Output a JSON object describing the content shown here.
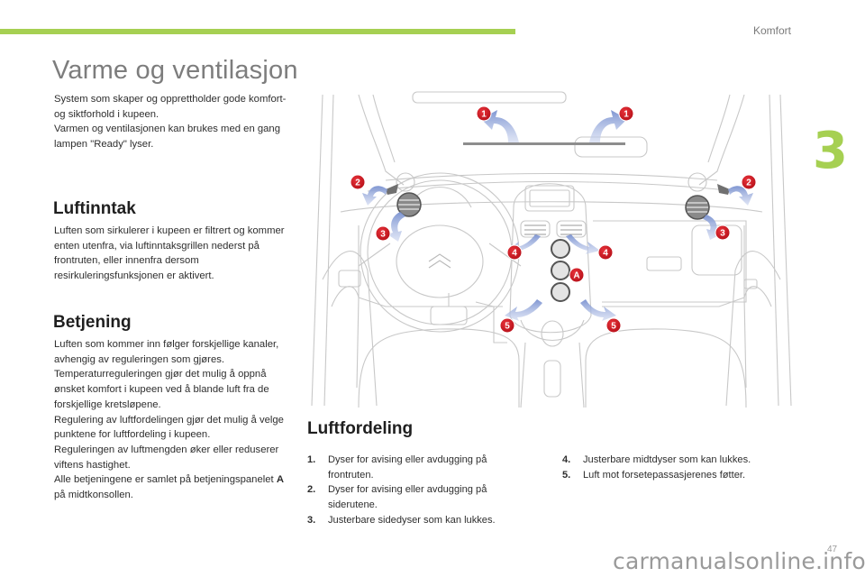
{
  "header": {
    "section": "Komfort",
    "chapter": "3",
    "accent_color": "#a6d052"
  },
  "title": "Varme og ventilasjon",
  "intro": [
    "System som skaper og opprettholder gode komfort- og siktforhold i kupeen.",
    "Varmen og ventilasjonen kan brukes med en gang lampen \"Ready\" lyser."
  ],
  "luftinntak": {
    "heading": "Luftinntak",
    "text": "Luften som sirkulerer i kupeen er filtrert og kommer enten utenfra, via luftinntaksgrillen nederst på frontruten, eller innenfra dersom resirkuleringsfunksjonen er aktivert."
  },
  "betjening": {
    "heading": "Betjening",
    "paragraphs": [
      "Luften som kommer inn følger forskjellige kanaler, avhengig av reguleringen som gjøres.",
      "Temperaturreguleringen gjør det mulig å oppnå ønsket komfort i kupeen ved å blande luft fra de forskjellige kretsløpene.",
      "Regulering av luftfordelingen gjør det mulig å velge punktene for luftfordeling i kupeen.",
      "Reguleringen av luftmengden øker eller reduserer viftens hastighet."
    ],
    "last_prefix": "Alle betjeningene er samlet på betjeningspanelet ",
    "last_bold": "A",
    "last_suffix": " på midtkonsollen."
  },
  "luftfordeling": {
    "heading": "Luftfordeling",
    "items_left": [
      {
        "num": "1.",
        "text": "Dyser for avising eller avdugging på frontruten."
      },
      {
        "num": "2.",
        "text": "Dyser for avising eller avdugging på siderutene."
      },
      {
        "num": "3.",
        "text": "Justerbare sidedyser som kan lukkes."
      }
    ],
    "items_right": [
      {
        "num": "4.",
        "text": "Justerbare midtdyser som kan lukkes."
      },
      {
        "num": "5.",
        "text": "Luft mot forsetepassasjerenes føtter."
      }
    ]
  },
  "illustration": {
    "badges": {
      "b1": "1",
      "b2": "2",
      "b3": "3",
      "b4": "4",
      "b5": "5",
      "bA": "A"
    },
    "badge_color": "#d0141e",
    "arrow_color": "#8fa3d6"
  },
  "footer": {
    "watermark": "carmanualsonline.info",
    "page_number": "47"
  }
}
